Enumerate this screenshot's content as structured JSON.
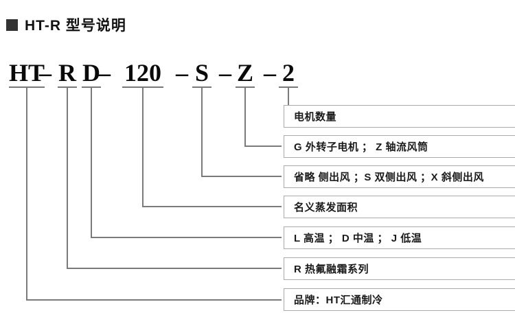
{
  "title": {
    "text": "HT-R 型号说明"
  },
  "model_code": {
    "full": "HT-RD-120-S-Z-2",
    "separator": "–",
    "segments": [
      {
        "code": "HT"
      },
      {
        "code": "R"
      },
      {
        "code": "D"
      },
      {
        "code": "120"
      },
      {
        "code": "S"
      },
      {
        "code": "Z"
      },
      {
        "code": "2"
      }
    ]
  },
  "legend": {
    "boxes": [
      {
        "code_ref": "2",
        "label": "电机数量"
      },
      {
        "code_ref": "Z",
        "label": "G 外转子电机 ； Z 轴流风筒"
      },
      {
        "code_ref": "S",
        "label": "省略 侧出风 ；S 双侧出风 ；X 斜侧出风"
      },
      {
        "code_ref": "120",
        "label": "名义蒸发面积"
      },
      {
        "code_ref": "D",
        "label": "L 高温 ； D 中温 ； J 低温"
      },
      {
        "code_ref": "R",
        "label": "R 热氟融霜系列"
      },
      {
        "code_ref": "HT",
        "label": "品牌：HT汇通制冷"
      }
    ]
  },
  "colors": {
    "leader_line": "#7a7a7a",
    "box_border": "#aaaaaa",
    "title_bullet": "#333333",
    "text": "#1a1a1a"
  }
}
